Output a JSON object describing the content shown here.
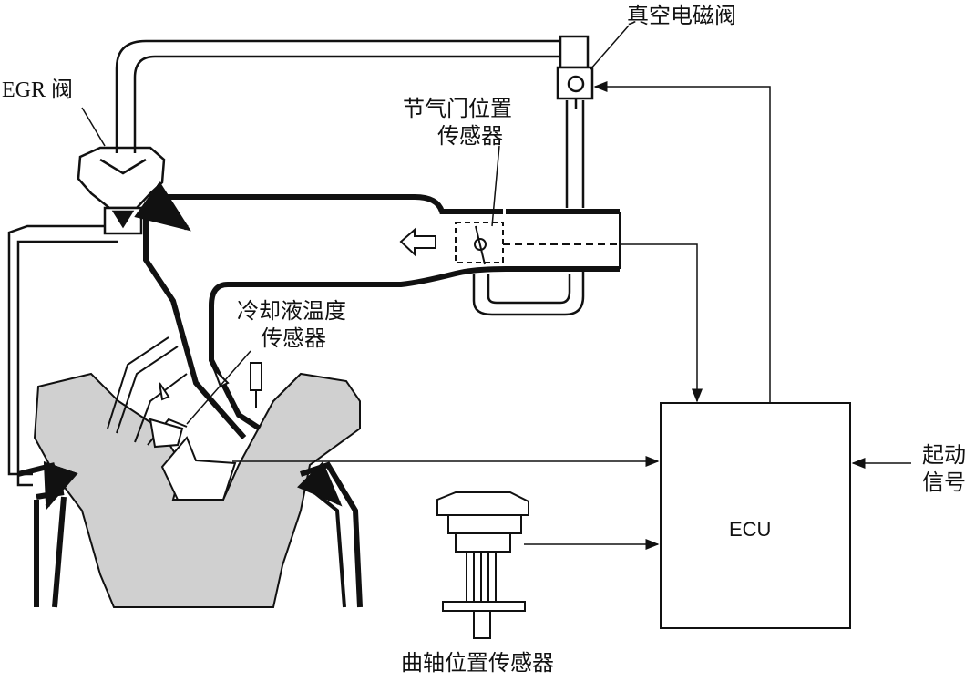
{
  "labels": {
    "egr_valve": "EGR 阀",
    "vacuum_solenoid": "真空电磁阀",
    "throttle_sensor_line1": "节气门位置",
    "throttle_sensor_line2": "传感器",
    "coolant_sensor_line1": "冷却液温度",
    "coolant_sensor_line2": "传感器",
    "start_signal_line1": "起动",
    "start_signal_line2": "信号",
    "crank_sensor": "曲轴位置传感器",
    "ecu": "ECU"
  },
  "colors": {
    "line": "#111111",
    "engine_fill": "#d0d0d0",
    "background": "#ffffff"
  }
}
